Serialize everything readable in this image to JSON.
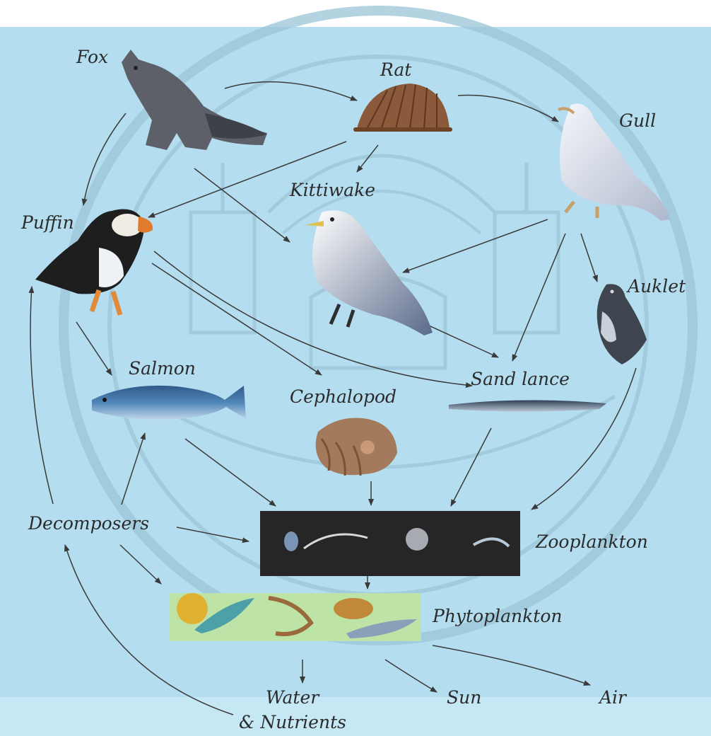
{
  "labels": {
    "fox": "Fox",
    "rat": "Rat",
    "gull": "Gull",
    "kittiwake": "Kittiwake",
    "puffin": "Puffin",
    "auklet": "Auklet",
    "salmon": "Salmon",
    "cephalopod": "Cephalopod",
    "sand_lance": "Sand lance",
    "decomposers": "Decomposers",
    "zooplankton": "Zooplankton",
    "phytoplankton": "Phytoplankton",
    "water": "Water",
    "nutrients": "& Nutrients",
    "sun": "Sun",
    "air": "Air"
  },
  "colors": {
    "panel": "#b4def0",
    "watermark": "#9ec6d8",
    "arrow": "#3a3a3a",
    "zooplankton_band": "#262626",
    "phytoplankton_band": "#bde3a6"
  }
}
